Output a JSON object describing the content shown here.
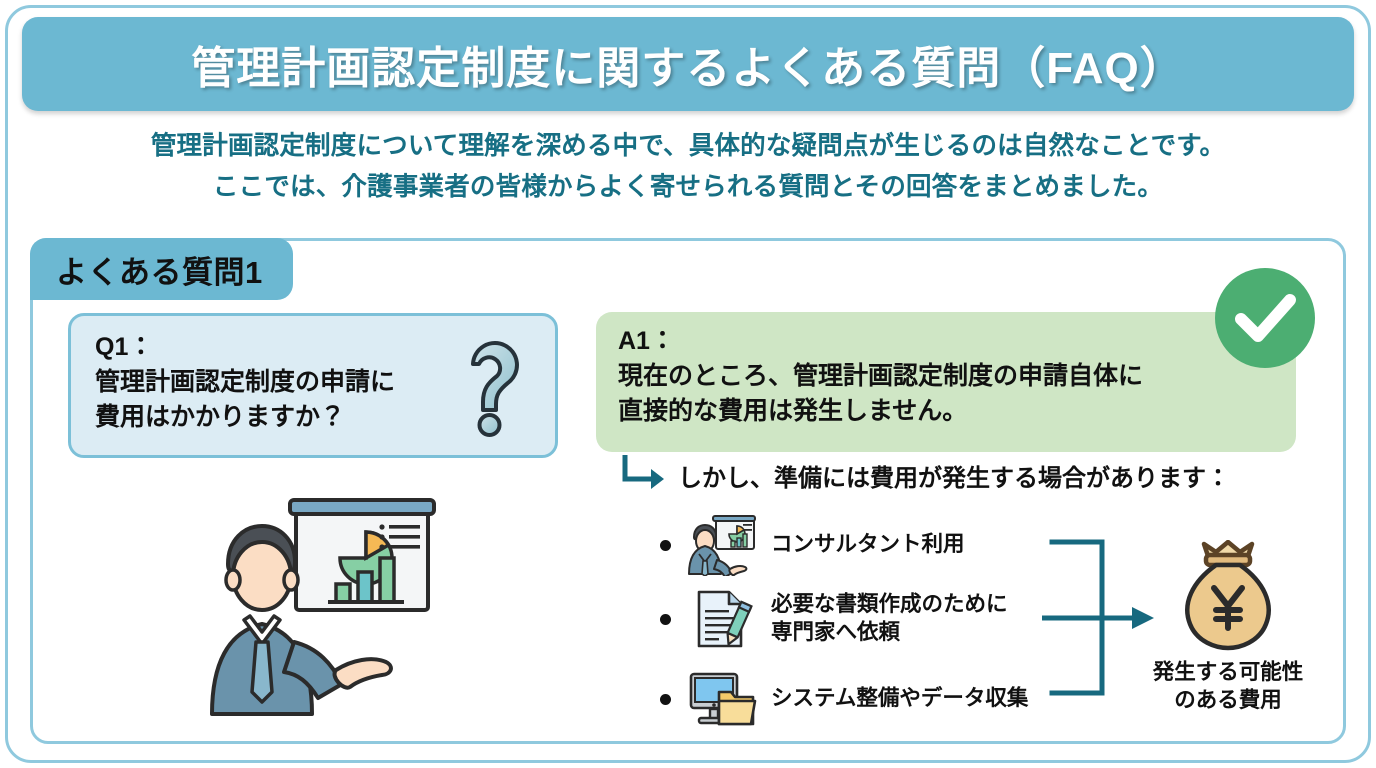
{
  "header": {
    "title": "管理計画認定制度に関するよくある質問（FAQ）"
  },
  "intro": {
    "line1": "管理計画認定制度について理解を深める中で、具体的な疑問点が生じるのは自然なことです。",
    "line2": "ここでは、介護事業者の皆様からよく寄せられる質問とその回答をまとめました。"
  },
  "section": {
    "tab_label": "よくある質問1",
    "status_icon": "check-circle-icon"
  },
  "question": {
    "label": "Q1：",
    "line1": "管理計画認定制度の申請に",
    "line2": "費用はかかりますか？",
    "icon": "question-mark-icon",
    "illustration": "presenter-with-chart-board-icon"
  },
  "answer": {
    "label": "A1：",
    "line1": "現在のところ、管理計画認定制度の申請自体に",
    "line2": "直接的な費用は発生しません。"
  },
  "however": {
    "arrow_icon": "corner-down-right-arrow-icon",
    "text": "しかし、準備には費用が発生する場合があります："
  },
  "cost_items": [
    {
      "icon": "consultant-presenter-icon",
      "line1": "コンサルタント利用",
      "line2": ""
    },
    {
      "icon": "document-with-pen-icon",
      "line1": "必要な書類作成のために",
      "line2": "専門家へ依頼"
    },
    {
      "icon": "computer-with-folder-icon",
      "line1": "システム整備やデータ収集",
      "line2": ""
    }
  ],
  "outcome": {
    "icon": "money-bag-yen-icon",
    "line1": "発生する可能性",
    "line2": "のある費用"
  },
  "colors": {
    "banner_blue": "#6cb8d2",
    "frame_blue": "#8fc9de",
    "teal_text": "#176f84",
    "teal_accent": "#17697f",
    "question_box_fill": "#dcecf4",
    "answer_box_fill": "#cfe6c5",
    "check_green": "#4cae72",
    "money_bag_tan": "#e8c98f"
  }
}
